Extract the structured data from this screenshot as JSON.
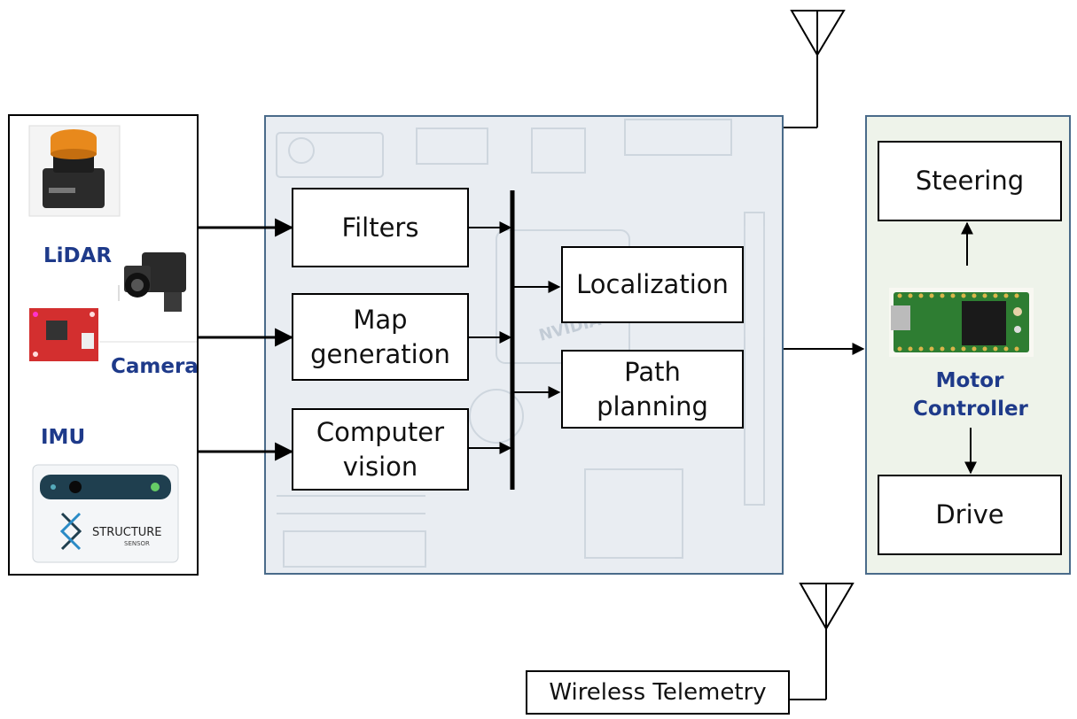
{
  "sensors": {
    "lidar_label": "LiDAR",
    "camera_label": "Camera",
    "imu_label": "IMU",
    "structure_logo": "STRUCTURE",
    "structure_sub": "SENSOR"
  },
  "processing": {
    "filters": "Filters",
    "map_generation": "Map generation",
    "computer_vision": "Computer vision",
    "localization": "Localization",
    "path_planning": "Path planning",
    "board_brand": "NVIDIA"
  },
  "motor": {
    "label": "Motor Controller",
    "steering": "Steering",
    "drive": "Drive"
  },
  "telemetry": {
    "label": "Wireless Telemetry"
  },
  "colors": {
    "sensor_label": "#1e3a8a",
    "board_border": "#4a6b8a",
    "board_fill": "#e9edf2",
    "motor_fill": "#eef3ea",
    "pcb_green": "#2e7d32",
    "lidar_orange": "#e8891c"
  }
}
